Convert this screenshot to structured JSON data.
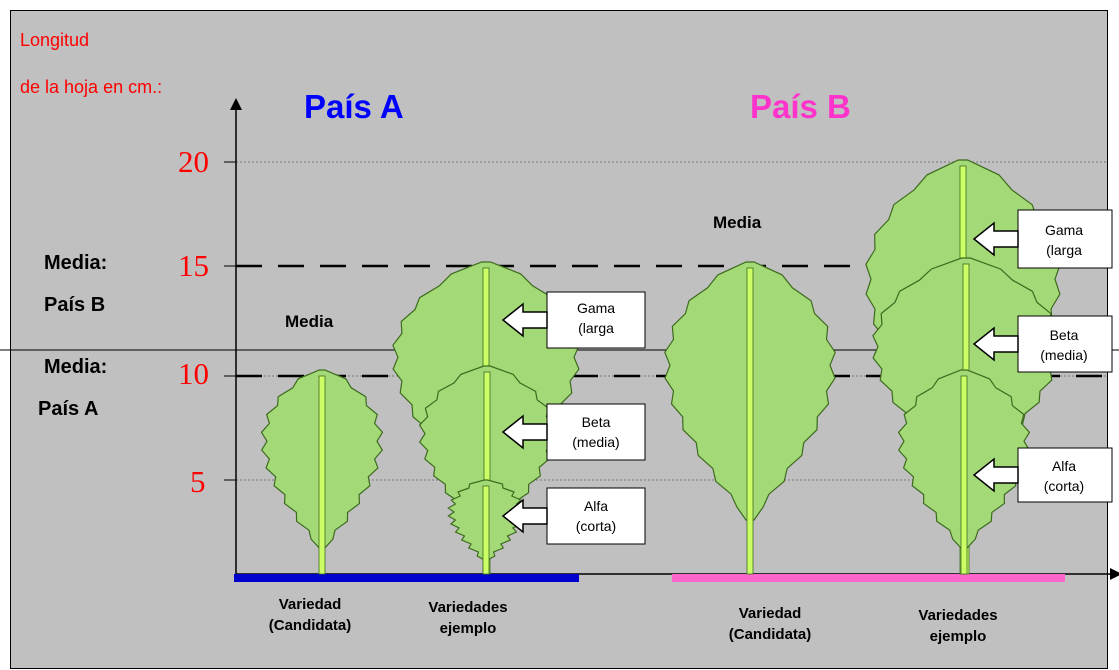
{
  "axis": {
    "y_title_line1": "Longitud",
    "y_title_line2": "de la hoja en cm.:",
    "ticks": [
      "20",
      "15",
      "10",
      "5"
    ]
  },
  "countries": {
    "a": {
      "name": "País A",
      "color": "#0000ff"
    },
    "b": {
      "name": "País B",
      "color": "#ff33cc"
    }
  },
  "left_labels": {
    "mean_b_line1": "Media:",
    "mean_b_line2": "País B",
    "mean_a_line1": "Media:",
    "mean_a_line2": "País A"
  },
  "media_labels": {
    "a": "Media",
    "b": "Media"
  },
  "callouts": {
    "a_gama": {
      "line1": "Gama",
      "line2": "(larga"
    },
    "a_beta": {
      "line1": "Beta",
      "line2": "(media)"
    },
    "a_alfa": {
      "line1": "Alfa",
      "line2": "(corta)"
    },
    "b_gama": {
      "line1": "Gama",
      "line2": "(larga"
    },
    "b_beta": {
      "line1": "Beta",
      "line2": "(media)"
    },
    "b_alfa": {
      "line1": "Alfa",
      "line2": "(corta)"
    }
  },
  "bottom_labels": {
    "a_variedad_line1": "Variedad",
    "a_variedad_line2": "(Candidata)",
    "a_ejemplo_line1": "Variedades",
    "a_ejemplo_line2": "ejemplo",
    "b_variedad_line1": "Variedad",
    "b_variedad_line2": "(Candidata)",
    "b_ejemplo_line1": "Variedades",
    "b_ejemplo_line2": "ejemplo"
  },
  "colors": {
    "background": "#c0c0c0",
    "leaf_fill": "#a3d977",
    "leaf_stroke": "#3d6b1e",
    "stem": "#ccff66",
    "tick_red": "#ff0000"
  }
}
